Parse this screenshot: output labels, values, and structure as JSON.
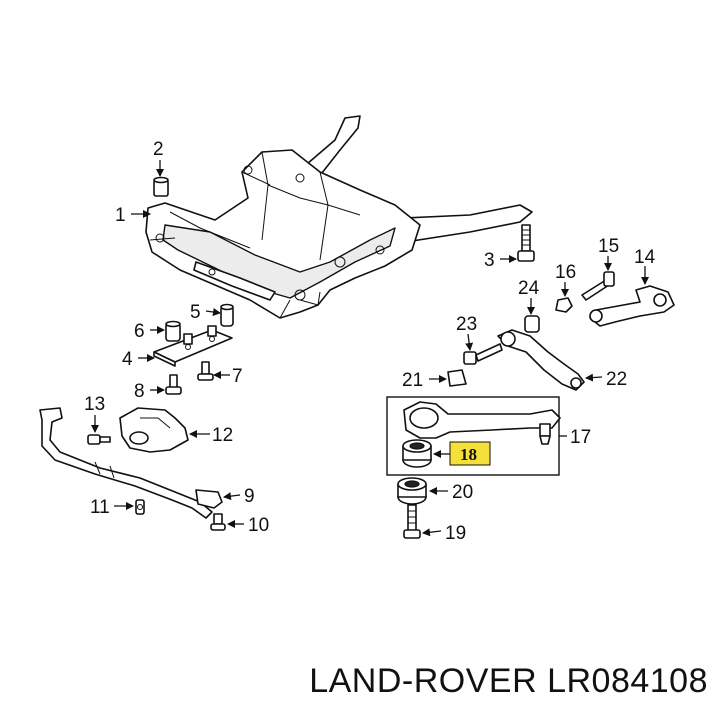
{
  "caption": "LAND-ROVER LR084108",
  "highlight_color": "#f5e03a",
  "callouts": {
    "c1": "1",
    "c2": "2",
    "c3": "3",
    "c4": "4",
    "c5": "5",
    "c6": "6",
    "c7": "7",
    "c8": "8",
    "c9": "9",
    "c10": "10",
    "c11": "11",
    "c12": "12",
    "c13": "13",
    "c14": "14",
    "c15": "15",
    "c16": "16",
    "c17": "17",
    "c18": "18",
    "c19": "19",
    "c20": "20",
    "c21": "21",
    "c22": "22",
    "c23": "23",
    "c24": "24"
  }
}
